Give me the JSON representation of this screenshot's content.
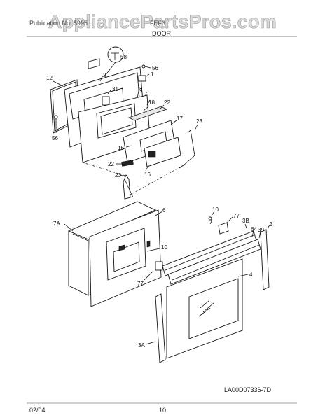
{
  "watermark": "AppliancePartsPros.com",
  "header": {
    "left_text": "Publication No. 5995...",
    "model_text": "FEF3..."
  },
  "title": "DOOR",
  "footer": {
    "date": "02/04",
    "page": "10",
    "drawing_id": "LA00D07336-7D"
  },
  "callouts": {
    "c1": "1",
    "c2": "2",
    "c7": "7",
    "c9": "9",
    "c12": "12",
    "c16a": "16",
    "c16b": "16",
    "c17": "17",
    "c18": "18",
    "c22a": "22",
    "c22b": "22",
    "c23a": "23",
    "c23b": "23",
    "c31": "31",
    "c56a": "56",
    "c56b": "56",
    "c58": "58",
    "c7a": "7A",
    "c6": "6",
    "c10a": "10",
    "c10b": "10",
    "c77a": "77",
    "c77b": "77",
    "c3b": "3B",
    "c64": "64",
    "c39": "39",
    "c3": "3",
    "c4": "4",
    "c3a": "3A"
  }
}
